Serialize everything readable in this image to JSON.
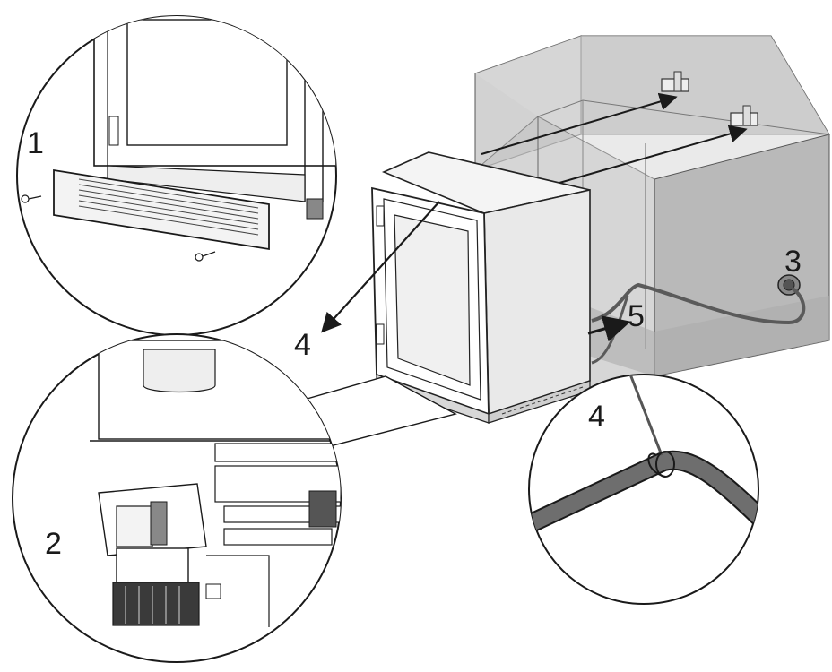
{
  "callouts": {
    "c1": "1",
    "c2": "2",
    "c3": "3",
    "c4a": "4",
    "c5": "5",
    "c4b": "4"
  },
  "colors": {
    "line": "#1a1a1a",
    "cabinet_fill": "#c9c9c9",
    "cabinet_dark": "#a9a9a9",
    "cord": "#6e6e6e",
    "background": "#ffffff"
  },
  "icons": [
    "screw-icon",
    "power-outlet-icon",
    "arrow-icon"
  ]
}
